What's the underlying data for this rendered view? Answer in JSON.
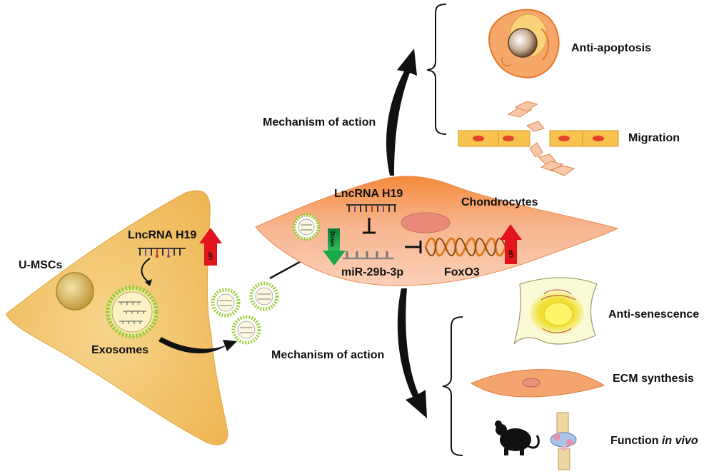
{
  "labels": {
    "u_mscs": "U-MSCs",
    "lncrna_h19_left": "LncRNA H19",
    "exosomes": "Exosomes",
    "lncrna_h19_center": "LncRNA H19",
    "chondrocytes": "Chondrocytes",
    "mir": "miR-29b-3p",
    "foxo3": "FoxO3",
    "mechanism_top": "Mechanism of action",
    "mechanism_bottom": "Mechanism of action",
    "anti_apoptosis": "Anti-apoptosis",
    "migration": "Migration",
    "anti_senescence": "Anti-senescence",
    "ecm_synthesis": "ECM synthesis",
    "function_prefix": "Function ",
    "function_italic": "in vivo"
  },
  "badges": {
    "up_left": "UP",
    "up_right": "UP",
    "down": "Down"
  },
  "colors": {
    "msc_cell": "#f2c36b",
    "chondrocyte_cell": "#f6a070",
    "up_arrow": "#e3141b",
    "down_arrow": "#1aa84a",
    "helix": "#e07b1c",
    "exosome_ring": "#9ccc3c"
  },
  "icons": {
    "mouse": "mouse-icon",
    "knee": "knee-joint-icon",
    "apoptosis_cell": "apoptotic-cell-icon",
    "senescent_cell": "senescent-cell-icon"
  }
}
